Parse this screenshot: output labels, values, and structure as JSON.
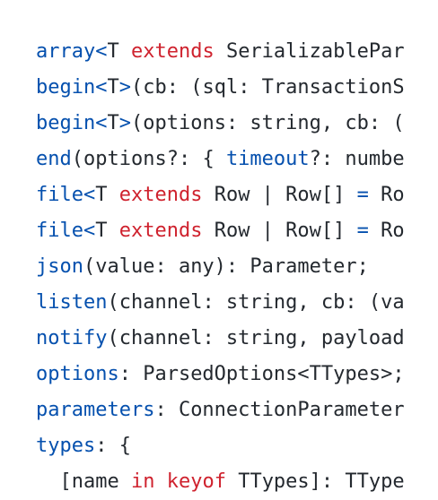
{
  "code": {
    "lines": [
      [
        {
          "t": "array",
          "c": "fn"
        },
        {
          "t": "<",
          "c": "fn"
        },
        {
          "t": "T ",
          "c": "plain"
        },
        {
          "t": "extends",
          "c": "kw"
        },
        {
          "t": " SerializablePar",
          "c": "plain"
        }
      ],
      [
        {
          "t": "begin",
          "c": "fn"
        },
        {
          "t": "<",
          "c": "fn"
        },
        {
          "t": "T",
          "c": "plain"
        },
        {
          "t": ">",
          "c": "fn"
        },
        {
          "t": "(cb: (sql: TransactionS",
          "c": "plain"
        }
      ],
      [
        {
          "t": "begin",
          "c": "fn"
        },
        {
          "t": "<",
          "c": "fn"
        },
        {
          "t": "T",
          "c": "plain"
        },
        {
          "t": ">",
          "c": "fn"
        },
        {
          "t": "(options: string, cb: (",
          "c": "plain"
        }
      ],
      [
        {
          "t": "end",
          "c": "fn"
        },
        {
          "t": "(options?: { ",
          "c": "plain"
        },
        {
          "t": "timeout",
          "c": "fn"
        },
        {
          "t": "?: numbe",
          "c": "plain"
        }
      ],
      [
        {
          "t": "file",
          "c": "fn"
        },
        {
          "t": "<",
          "c": "fn"
        },
        {
          "t": "T ",
          "c": "plain"
        },
        {
          "t": "extends",
          "c": "kw"
        },
        {
          "t": " Row | Row[] ",
          "c": "plain"
        },
        {
          "t": "=",
          "c": "fn"
        },
        {
          "t": " Ro",
          "c": "plain"
        }
      ],
      [
        {
          "t": "file",
          "c": "fn"
        },
        {
          "t": "<",
          "c": "fn"
        },
        {
          "t": "T ",
          "c": "plain"
        },
        {
          "t": "extends",
          "c": "kw"
        },
        {
          "t": " Row | Row[] ",
          "c": "plain"
        },
        {
          "t": "=",
          "c": "fn"
        },
        {
          "t": " Ro",
          "c": "plain"
        }
      ],
      [
        {
          "t": "json",
          "c": "fn"
        },
        {
          "t": "(value: any): Parameter;",
          "c": "plain"
        }
      ],
      [
        {
          "t": "listen",
          "c": "fn"
        },
        {
          "t": "(channel: string, cb: (va",
          "c": "plain"
        }
      ],
      [
        {
          "t": "notify",
          "c": "fn"
        },
        {
          "t": "(channel: string, payload",
          "c": "plain"
        }
      ],
      [
        {
          "t": "options",
          "c": "fn"
        },
        {
          "t": ": ParsedOptions<TTypes>;",
          "c": "plain"
        }
      ],
      [
        {
          "t": "parameters",
          "c": "fn"
        },
        {
          "t": ": ConnectionParameter",
          "c": "plain"
        }
      ],
      [
        {
          "t": "types",
          "c": "fn"
        },
        {
          "t": ": {",
          "c": "plain"
        }
      ],
      [
        {
          "t": "  [name ",
          "c": "plain"
        },
        {
          "t": "in",
          "c": "kw"
        },
        {
          "t": " ",
          "c": "plain"
        },
        {
          "t": "keyof",
          "c": "kw"
        },
        {
          "t": " TTypes]: TType",
          "c": "plain"
        }
      ]
    ]
  }
}
